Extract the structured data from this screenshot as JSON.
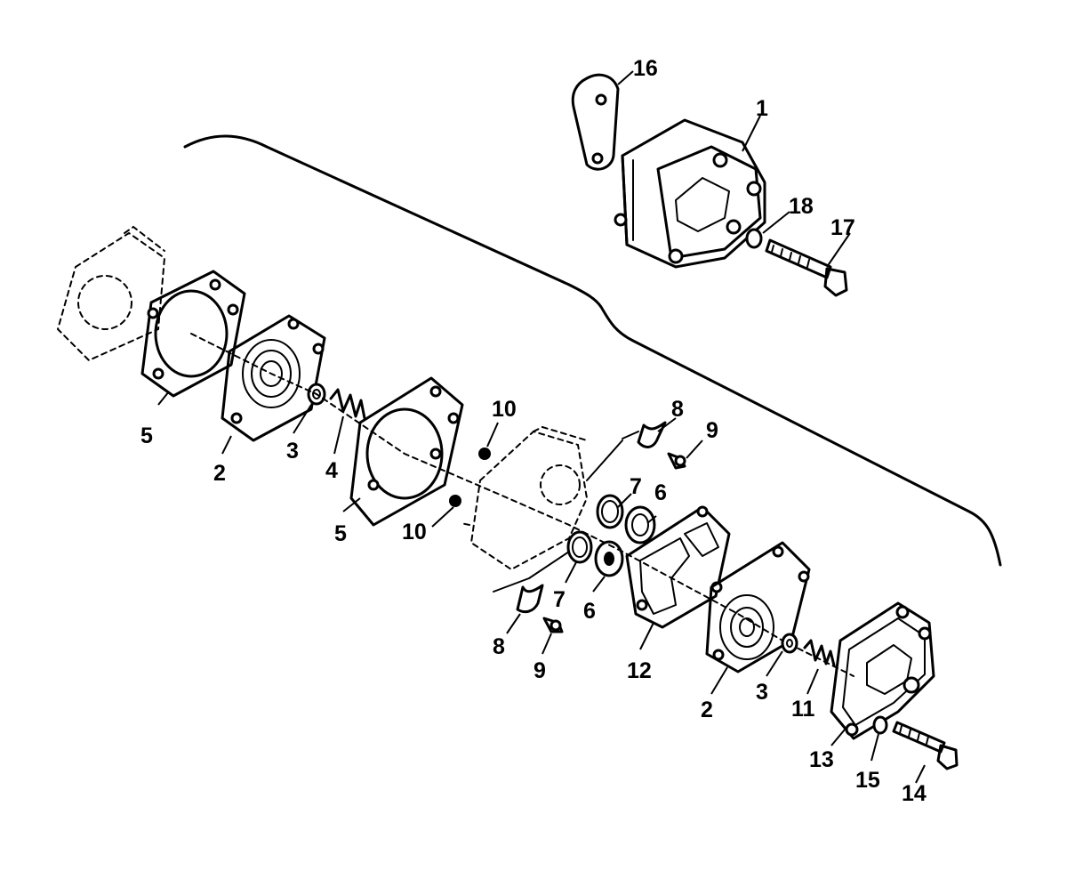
{
  "diagram": {
    "labels": [
      {
        "id": "l16",
        "text": "16"
      },
      {
        "id": "l1",
        "text": "1"
      },
      {
        "id": "l18",
        "text": "18"
      },
      {
        "id": "l17",
        "text": "17"
      },
      {
        "id": "l5a",
        "text": "5"
      },
      {
        "id": "l2a",
        "text": "2"
      },
      {
        "id": "l3a",
        "text": "3"
      },
      {
        "id": "l4",
        "text": "4"
      },
      {
        "id": "l5b",
        "text": "5"
      },
      {
        "id": "l10a",
        "text": "10"
      },
      {
        "id": "l10b",
        "text": "10"
      },
      {
        "id": "l8a",
        "text": "8"
      },
      {
        "id": "l9a",
        "text": "9"
      },
      {
        "id": "l7a",
        "text": "7"
      },
      {
        "id": "l6a",
        "text": "6"
      },
      {
        "id": "l7b",
        "text": "7"
      },
      {
        "id": "l6b",
        "text": "6"
      },
      {
        "id": "l8b",
        "text": "8"
      },
      {
        "id": "l9b",
        "text": "9"
      },
      {
        "id": "l12",
        "text": "12"
      },
      {
        "id": "l2b",
        "text": "2"
      },
      {
        "id": "l3b",
        "text": "3"
      },
      {
        "id": "l11",
        "text": "11"
      },
      {
        "id": "l13",
        "text": "13"
      },
      {
        "id": "l15",
        "text": "15"
      },
      {
        "id": "l14",
        "text": "14"
      }
    ]
  }
}
